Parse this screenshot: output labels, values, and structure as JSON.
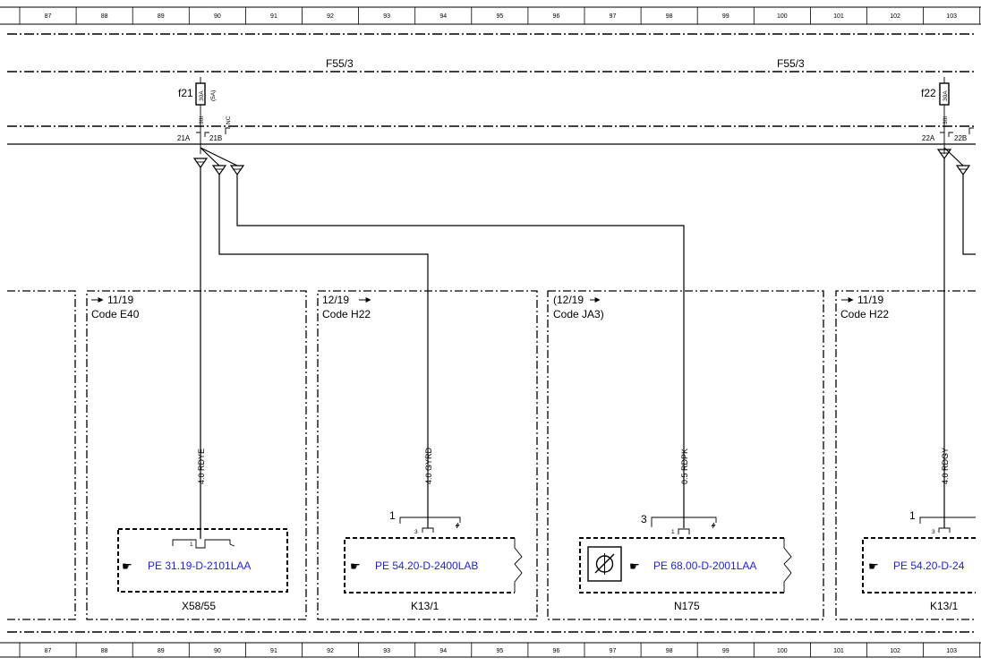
{
  "ruler": {
    "columns": [
      "87",
      "88",
      "89",
      "90",
      "91",
      "92",
      "93",
      "94",
      "95",
      "96",
      "97",
      "98",
      "99",
      "100",
      "101",
      "102",
      "103"
    ]
  },
  "fuse_blocks": [
    {
      "label": "F55/3"
    },
    {
      "label": "F55/3"
    }
  ],
  "fuses": [
    {
      "name": "f21",
      "rating": "30A",
      "sub_rating": "(5A)",
      "pin_a": "30I",
      "pin_b": "NC",
      "term_a": "21A",
      "term_b": "21B"
    },
    {
      "name": "f22",
      "rating": "30A",
      "pin_a": "30I",
      "term_a": "22A",
      "term_b": "22B"
    }
  ],
  "wires": [
    {
      "label": "4.0 RDYE"
    },
    {
      "label": "4.0 GYRD"
    },
    {
      "label": "0.5 RDPK"
    },
    {
      "label": "4.0 RDGY"
    }
  ],
  "sections": [
    {
      "ref": "11/19",
      "code": "Code E40",
      "pin_top": "",
      "pin": "1",
      "link": "PE 31.19-D-2101LAA",
      "component": "X58/55"
    },
    {
      "ref": "12/19",
      "code": "Code H22",
      "pin_top": "1",
      "pin": "3",
      "link": "PE 54.20-D-2400LAB",
      "component": "K13/1"
    },
    {
      "ref": "(12/19",
      "code": "Code JA3)",
      "pin_top": "3",
      "pin": "1",
      "link": "PE 68.00-D-2001LAA",
      "component": "N175"
    },
    {
      "ref": "11/19",
      "code": "Code H22",
      "pin_top": "1",
      "pin": "3",
      "link": "PE 54.20-D-24",
      "component": "K13/1"
    }
  ],
  "icons": {
    "pointer": "pointing-hand-icon",
    "sensor": "sensor-symbol-icon",
    "arrow": "right-arrow-icon"
  }
}
